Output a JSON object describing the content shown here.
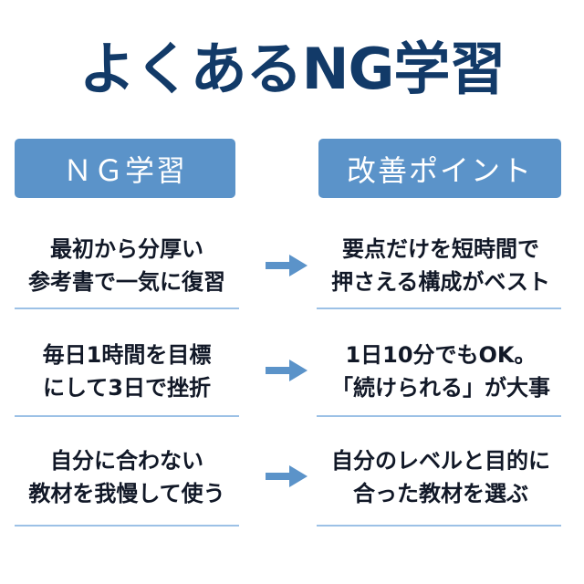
{
  "title": "よくあるNG学習",
  "columns": {
    "ng": "ＮＧ学習",
    "fix": "改善ポイント"
  },
  "rows": [
    {
      "ng": [
        "最初から分厚い",
        "参考書で一気に復習"
      ],
      "fix": [
        "要点だけを短時間で",
        "押さえる構成がベスト"
      ]
    },
    {
      "ng": [
        "毎日1時間を目標",
        "にして3日で挫折"
      ],
      "fix": [
        "1日10分でもOK。",
        "「続けられる」が大事"
      ]
    },
    {
      "ng": [
        "自分に合わない",
        "教材を我慢して使う"
      ],
      "fix": [
        "自分のレベルと目的に",
        "合った教材を選ぶ"
      ]
    }
  ],
  "colors": {
    "title": "#123a68",
    "header_bg": "#5b93c9",
    "arrow": "#5b93c9",
    "divider": "#9cc1e6"
  },
  "icons": {
    "arrow": "arrow-right-icon"
  }
}
